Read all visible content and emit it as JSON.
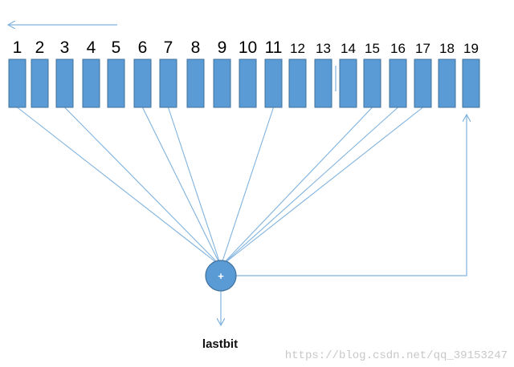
{
  "diagram": {
    "cells": [
      {
        "label": "1",
        "tap": true
      },
      {
        "label": "2",
        "tap": false
      },
      {
        "label": "3",
        "tap": true
      },
      {
        "label": "4",
        "tap": false
      },
      {
        "label": "5",
        "tap": false
      },
      {
        "label": "6",
        "tap": true
      },
      {
        "label": "7",
        "tap": true
      },
      {
        "label": "8",
        "tap": false
      },
      {
        "label": "9",
        "tap": false
      },
      {
        "label": "10",
        "tap": false
      },
      {
        "label": "11",
        "tap": true
      },
      {
        "label": "12",
        "tap": false
      },
      {
        "label": "13",
        "tap": false
      },
      {
        "label": "14",
        "tap": false
      },
      {
        "label": "15",
        "tap": true
      },
      {
        "label": "16",
        "tap": true
      },
      {
        "label": "17",
        "tap": true
      },
      {
        "label": "18",
        "tap": false
      },
      {
        "label": "19",
        "tap": false
      }
    ],
    "xor_symbol": "+",
    "output_label": "lastbit",
    "watermark": "https://blog.csdn.net/qq_39153247",
    "colors": {
      "cell_fill": "#5b9bd5",
      "cell_stroke": "#41719c",
      "line": "#7fb2de",
      "xor_fill": "#5b9bd5"
    }
  }
}
